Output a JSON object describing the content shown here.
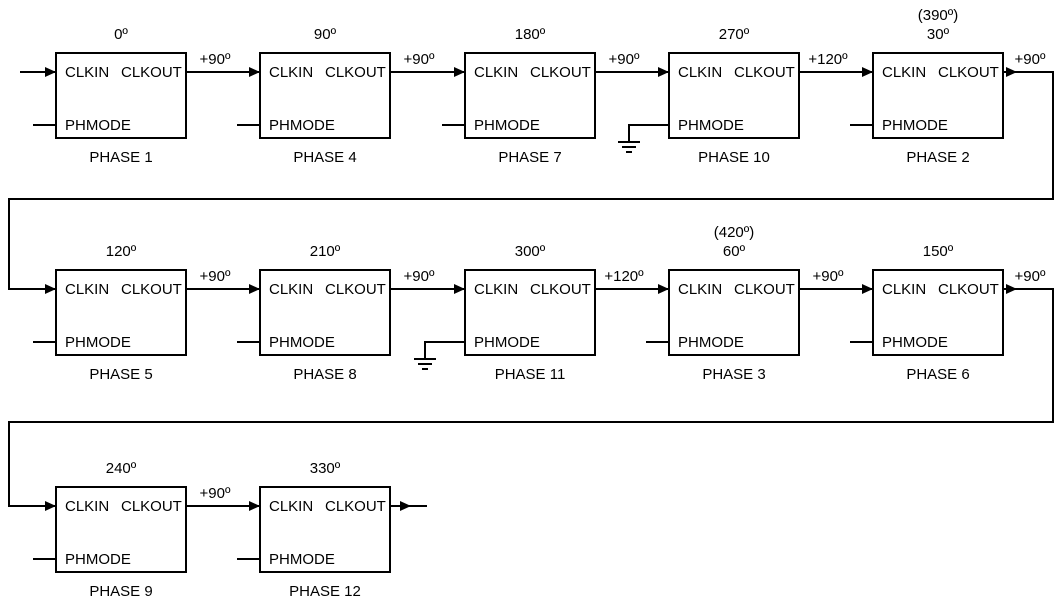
{
  "pins": {
    "in": "CLKIN",
    "out": "CLKOUT",
    "mode": "PHMODE"
  },
  "rows": [
    {
      "blocks": [
        {
          "name": "PHASE 1",
          "angle": "0º",
          "alt_angle": "",
          "grounded": false
        },
        {
          "name": "PHASE 4",
          "angle": "90º",
          "alt_angle": "",
          "grounded": false
        },
        {
          "name": "PHASE 7",
          "angle": "180º",
          "alt_angle": "",
          "grounded": false
        },
        {
          "name": "PHASE 10",
          "angle": "270º",
          "alt_angle": "",
          "grounded": true
        },
        {
          "name": "PHASE 2",
          "angle": "30º",
          "alt_angle": "(390º)",
          "grounded": false
        }
      ],
      "links": [
        "+90º",
        "+90º",
        "+90º",
        "+120º"
      ],
      "exit_label": "+90º"
    },
    {
      "blocks": [
        {
          "name": "PHASE 5",
          "angle": "120º",
          "alt_angle": "",
          "grounded": false
        },
        {
          "name": "PHASE 8",
          "angle": "210º",
          "alt_angle": "",
          "grounded": false
        },
        {
          "name": "PHASE 11",
          "angle": "300º",
          "alt_angle": "",
          "grounded": true
        },
        {
          "name": "PHASE 3",
          "angle": "60º",
          "alt_angle": "(420º)",
          "grounded": false
        },
        {
          "name": "PHASE 6",
          "angle": "150º",
          "alt_angle": "",
          "grounded": false
        }
      ],
      "links": [
        "+90º",
        "+90º",
        "+120º",
        "+90º"
      ],
      "exit_label": "+90º"
    },
    {
      "blocks": [
        {
          "name": "PHASE 9",
          "angle": "240º",
          "alt_angle": "",
          "grounded": false
        },
        {
          "name": "PHASE 12",
          "angle": "330º",
          "alt_angle": "",
          "grounded": false
        }
      ],
      "links": [
        "+90º"
      ],
      "exit_label": ""
    }
  ]
}
